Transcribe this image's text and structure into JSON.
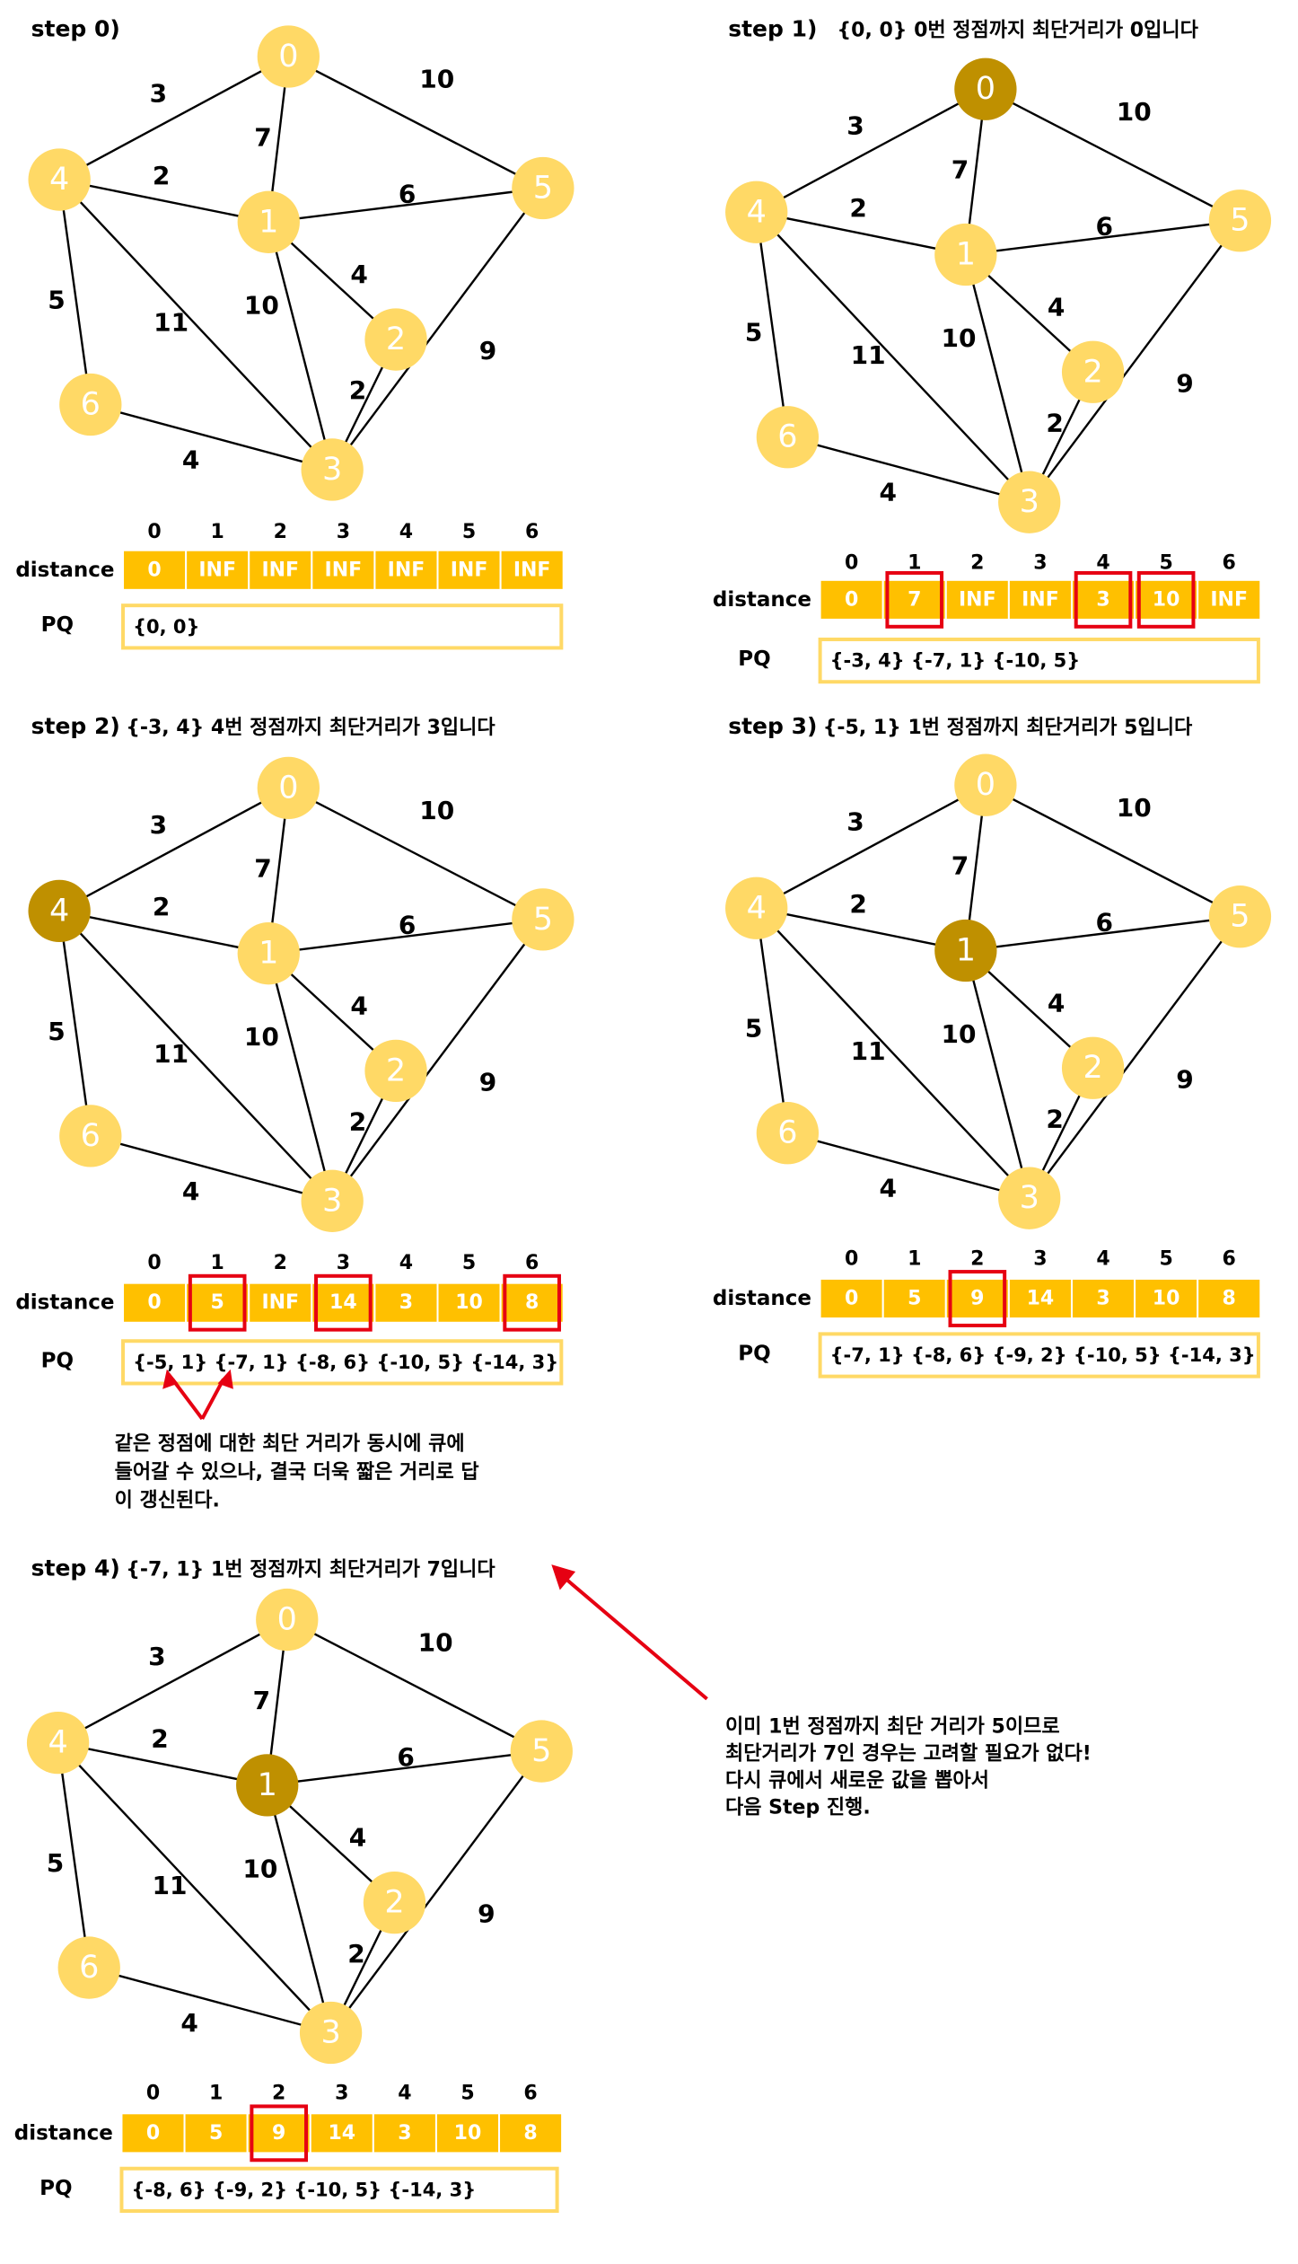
{
  "row_labels": {
    "distance": "distance",
    "pq": "PQ"
  },
  "node_ids": [
    "0",
    "1",
    "2",
    "3",
    "4",
    "5",
    "6"
  ],
  "edges": [
    {
      "from": "0",
      "to": "4",
      "weight": "3"
    },
    {
      "from": "0",
      "to": "1",
      "weight": "7"
    },
    {
      "from": "0",
      "to": "5",
      "weight": "10"
    },
    {
      "from": "4",
      "to": "1",
      "weight": "2"
    },
    {
      "from": "1",
      "to": "5",
      "weight": "6"
    },
    {
      "from": "1",
      "to": "2",
      "weight": "4"
    },
    {
      "from": "4",
      "to": "6",
      "weight": "5"
    },
    {
      "from": "4",
      "to": "3",
      "weight": "11"
    },
    {
      "from": "1",
      "to": "3",
      "weight": "10"
    },
    {
      "from": "2",
      "to": "3",
      "weight": "2"
    },
    {
      "from": "5",
      "to": "3",
      "weight": "9"
    },
    {
      "from": "6",
      "to": "3",
      "weight": "4"
    }
  ],
  "column_indices": [
    "0",
    "1",
    "2",
    "3",
    "4",
    "5",
    "6"
  ],
  "colors": {
    "node": "#FFD966",
    "node_visited": "#BF9000",
    "cell": "#FFC000",
    "highlight": "#E60012",
    "pq_border": "#FFD966"
  },
  "steps": [
    {
      "title": "step 0)",
      "description": "",
      "current_node": null,
      "distance": [
        "0",
        "INF",
        "INF",
        "INF",
        "INF",
        "INF",
        "INF"
      ],
      "highlight": [],
      "pq": "{0, 0}"
    },
    {
      "title": "step 1)",
      "description": "{0, 0} 0번 정점까지 최단거리가 0입니다",
      "current_node": "0",
      "distance": [
        "0",
        "7",
        "INF",
        "INF",
        "3",
        "10",
        "INF"
      ],
      "highlight": [
        1,
        4,
        5
      ],
      "pq": "{-3, 4} {-7, 1} {-10, 5}"
    },
    {
      "title": "step 2)",
      "description": "{-3, 4} 4번 정점까지 최단거리가 3입니다",
      "current_node": "4",
      "distance": [
        "0",
        "5",
        "INF",
        "14",
        "3",
        "10",
        "8"
      ],
      "highlight": [
        1,
        3,
        6
      ],
      "pq": "{-5, 1} {-7, 1}  {-8, 6}  {-10, 5}  {-14, 3}"
    },
    {
      "title": "step 3)",
      "description": "{-5, 1} 1번 정점까지 최단거리가 5입니다",
      "current_node": "1",
      "distance": [
        "0",
        "5",
        "9",
        "14",
        "3",
        "10",
        "8"
      ],
      "highlight": [
        2
      ],
      "pq": "{-7, 1} {-8, 6} {-9, 2} {-10, 5}  {-14, 3}"
    },
    {
      "title": "step 4)",
      "description": "{-7, 1} 1번 정점까지 최단거리가 7입니다",
      "current_node": "1",
      "distance": [
        "0",
        "5",
        "9",
        "14",
        "3",
        "10",
        "8"
      ],
      "highlight": [
        2
      ],
      "pq": "{-8, 6}  {-9, 2} {-10, 5}  {-14, 3}"
    }
  ],
  "notes": {
    "duplicate_entries": [
      "같은 정점에 대한 최단 거리가 동시에 큐에",
      "들어갈 수 있으나, 결국 더욱 짧은 거리로 답",
      "이 갱신된다."
    ],
    "skip_outdated": [
      "이미 1번 정점까지 최단 거리가 5이므로",
      "최단거리가 7인 경우는 고려할 필요가 없다!",
      "다시 큐에서 새로운 값을 뽑아서",
      "다음 Step 진행."
    ]
  }
}
